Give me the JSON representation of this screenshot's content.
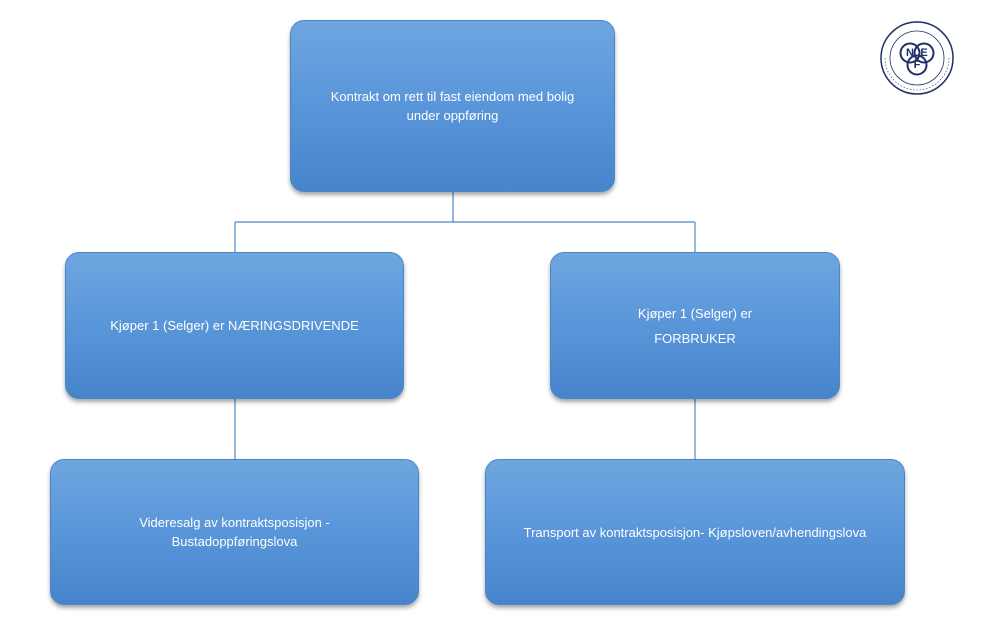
{
  "diagram": {
    "root": {
      "lines": [
        "Kontrakt om rett til fast eiendom med bolig",
        "under oppføring"
      ]
    },
    "left": {
      "lines": [
        "Kjøper 1 (Selger) er NÆRINGSDRIVENDE"
      ]
    },
    "right": {
      "lines": [
        "Kjøper 1 (Selger) er",
        "FORBRUKER"
      ]
    },
    "bottom_left": {
      "lines": [
        "Videresalg av kontraktsposisjon -",
        "Bustadoppføringslova"
      ]
    },
    "bottom_right": {
      "lines": [
        "Transport av kontraktsposisjon- Kjøpsloven/avhendingslova"
      ]
    }
  },
  "logo": {
    "letters": [
      "N",
      "E",
      "F"
    ],
    "ring_text": "NORGES EIENDOMSMEGLERFORBUND"
  },
  "colors": {
    "node_fill": "#5b97da",
    "node_border": "#4b86c8",
    "connector": "#4f87c7",
    "logo_navy": "#1e2f66"
  }
}
